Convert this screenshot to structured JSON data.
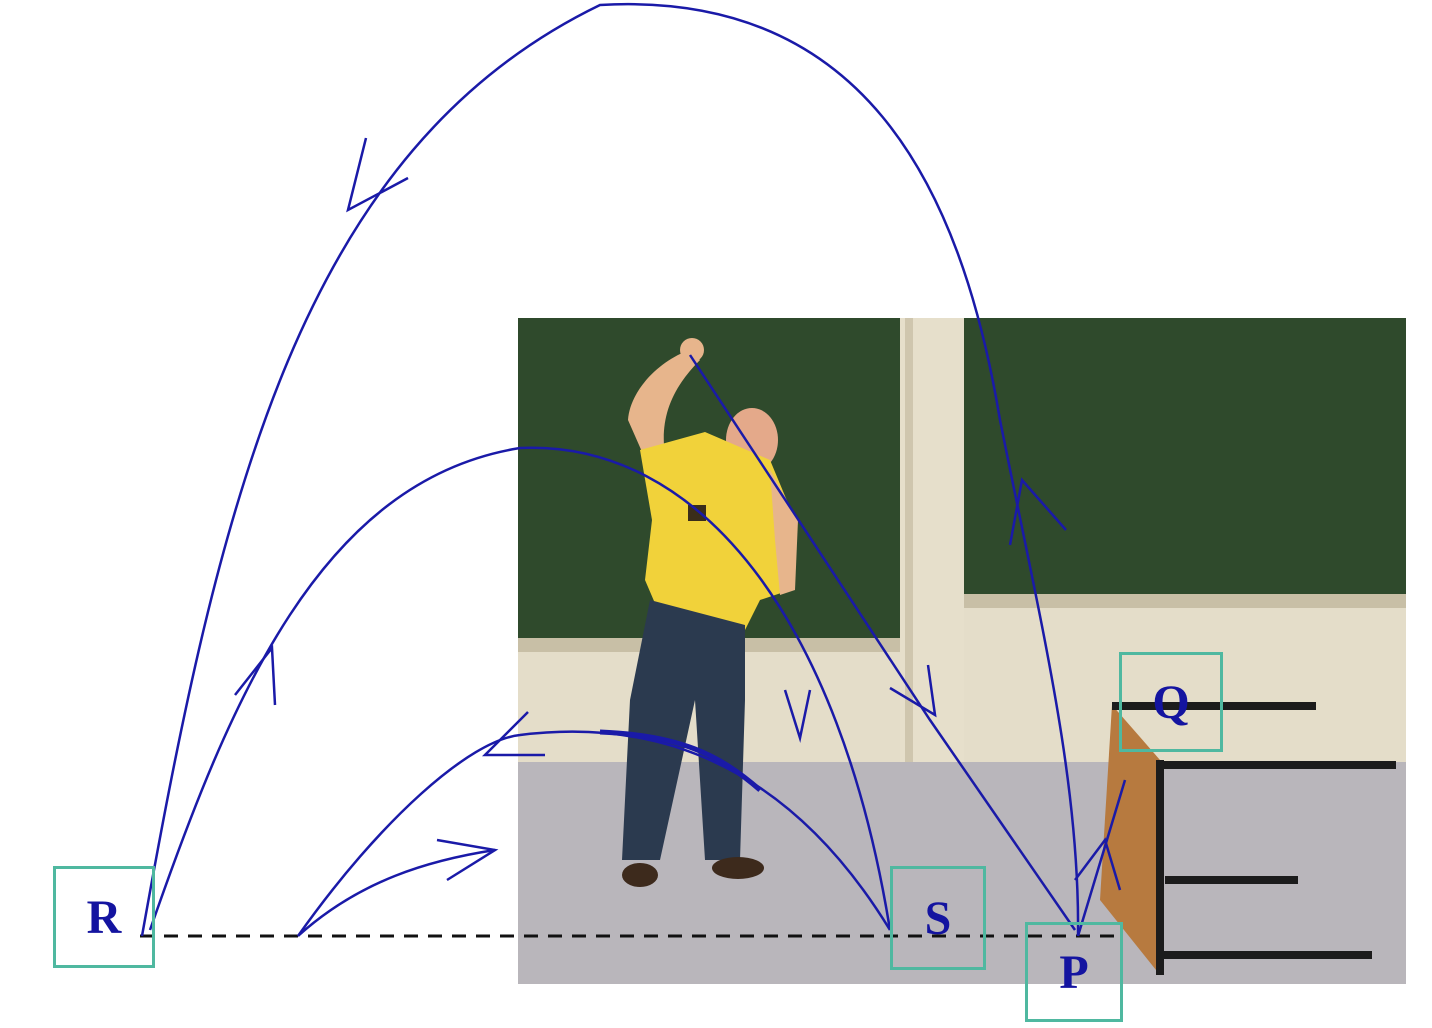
{
  "labels": {
    "r": "R",
    "s": "S",
    "p": "P",
    "q": "Q"
  },
  "colors": {
    "trajectory": "#1a1aa8",
    "label_box": "#4fb8a0",
    "label_text": "#1414a0",
    "chalkboard": "#2f4a2c",
    "floor": "#b9b6bb",
    "shirt": "#f1d23a",
    "jeans": "#2b3a4f",
    "table_wood": "#b77a3f"
  }
}
